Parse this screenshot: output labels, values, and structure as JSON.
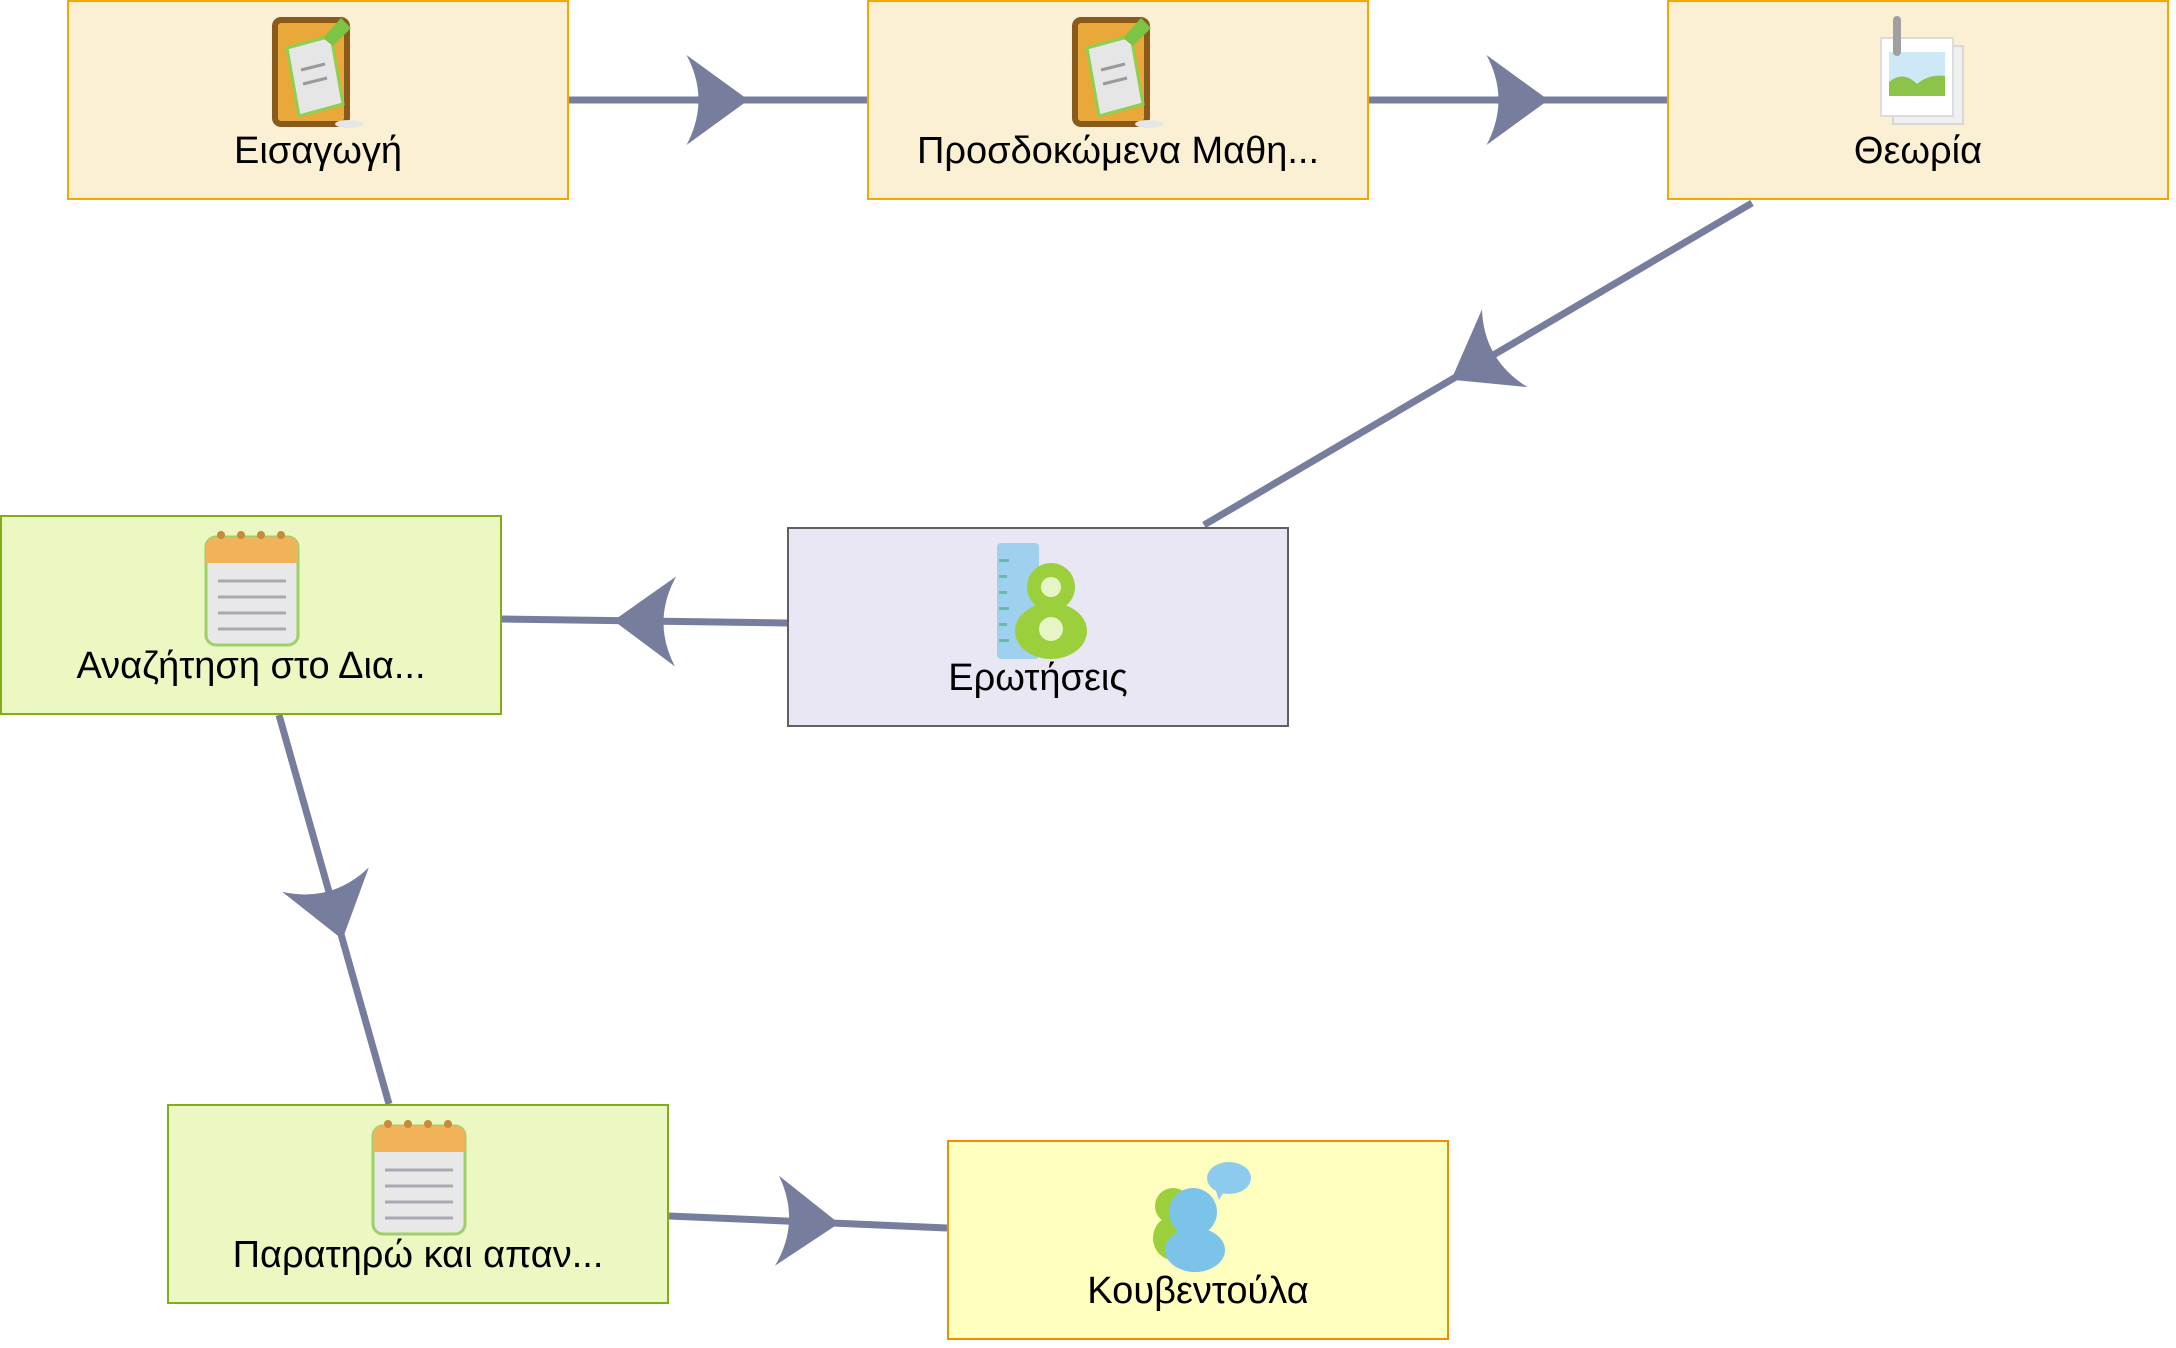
{
  "diagram": {
    "edge_color": "#777d9c",
    "nodes": [
      {
        "id": "n1",
        "label": "Εισαγωγή",
        "icon": "pinboard-note-icon",
        "style": "orange"
      },
      {
        "id": "n2",
        "label": "Προσδοκώμενα Μαθη...",
        "icon": "pinboard-note-icon",
        "style": "orange"
      },
      {
        "id": "n3",
        "label": "Θεωρία",
        "icon": "image-gallery-icon",
        "style": "orange"
      },
      {
        "id": "n4",
        "label": "Ερωτήσεις",
        "icon": "quiz-user-icon",
        "style": "lavender"
      },
      {
        "id": "n5",
        "label": "Αναζήτηση στο Δια...",
        "icon": "notepad-icon",
        "style": "green"
      },
      {
        "id": "n6",
        "label": "Παρατηρώ και απαν...",
        "icon": "notepad-icon",
        "style": "green"
      },
      {
        "id": "n7",
        "label": "Κουβεντούλα",
        "icon": "chat-users-icon",
        "style": "yellow"
      }
    ],
    "edges": [
      {
        "from": "n1",
        "to": "n2"
      },
      {
        "from": "n2",
        "to": "n3"
      },
      {
        "from": "n3",
        "to": "n4"
      },
      {
        "from": "n4",
        "to": "n5"
      },
      {
        "from": "n5",
        "to": "n6"
      },
      {
        "from": "n6",
        "to": "n7"
      }
    ]
  }
}
